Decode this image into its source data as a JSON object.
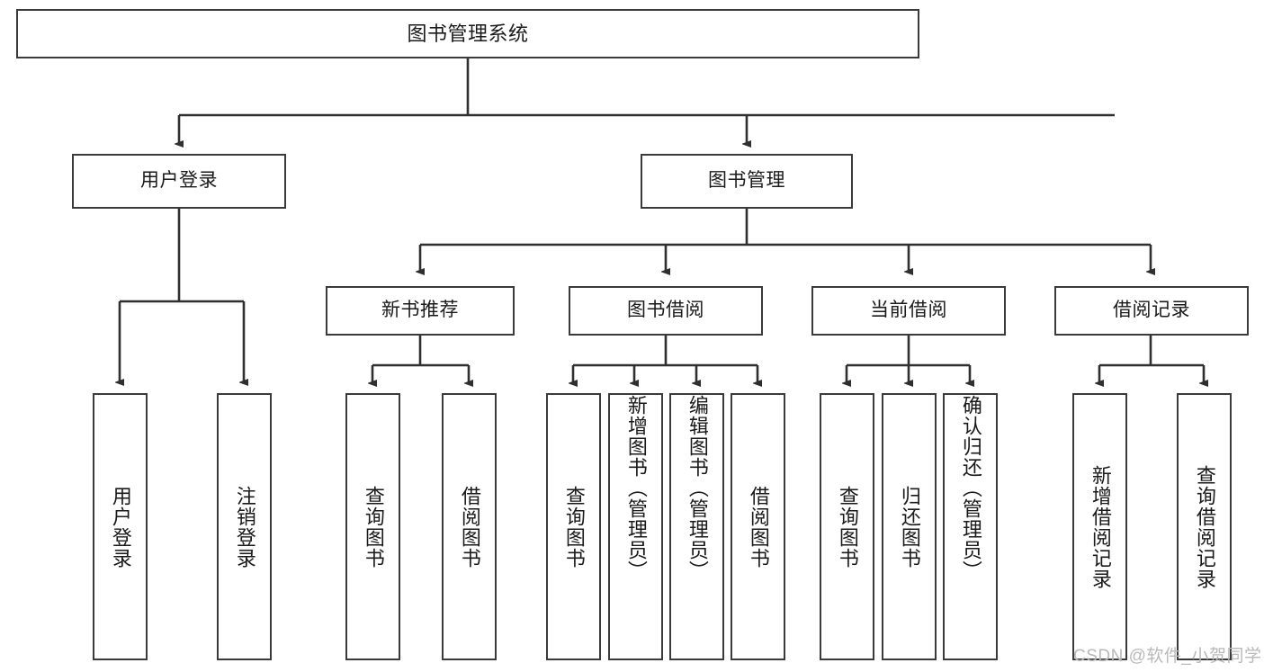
{
  "diagram": {
    "title": "图书管理系统",
    "type": "tree-hierarchy-diagram",
    "colors": {
      "stroke": "#3a3a3a",
      "fill": "#ffffff",
      "text": "#1a1a1a",
      "watermark": "#b9b9b9"
    },
    "levels": {
      "level1": [
        "图书管理系统"
      ],
      "level2": [
        "用户登录",
        "图书管理"
      ],
      "level3": [
        "新书推荐",
        "图书借阅",
        "当前借阅",
        "借阅记录"
      ]
    },
    "nodes": {
      "root": {
        "label": "图书管理系统"
      },
      "user_login": {
        "label": "用户登录"
      },
      "book_manage": {
        "label": "图书管理"
      },
      "new_book_rec": {
        "label": "新书推荐"
      },
      "book_borrow": {
        "label": "图书借阅"
      },
      "current_borrow": {
        "label": "当前借阅"
      },
      "borrow_record": {
        "label": "借阅记录"
      }
    },
    "leaves": {
      "user_login": [
        {
          "label": "用户登录"
        },
        {
          "label": "注销登录"
        }
      ],
      "new_book_rec": [
        {
          "label": "查询图书"
        },
        {
          "label": "借阅图书"
        }
      ],
      "book_borrow": [
        {
          "label": "查询图书"
        },
        {
          "label": "新增图书（管理员）"
        },
        {
          "label": "编辑图书（管理员）"
        },
        {
          "label": "借阅图书"
        }
      ],
      "current_borrow": [
        {
          "label": "查询图书"
        },
        {
          "label": "归还图书"
        },
        {
          "label": "确认归还（管理员）"
        }
      ],
      "borrow_record": [
        {
          "label": "新增借阅记录"
        },
        {
          "label": "查询借阅记录"
        }
      ]
    }
  },
  "watermark": {
    "text": "CSDN @软件_小贺同学"
  }
}
